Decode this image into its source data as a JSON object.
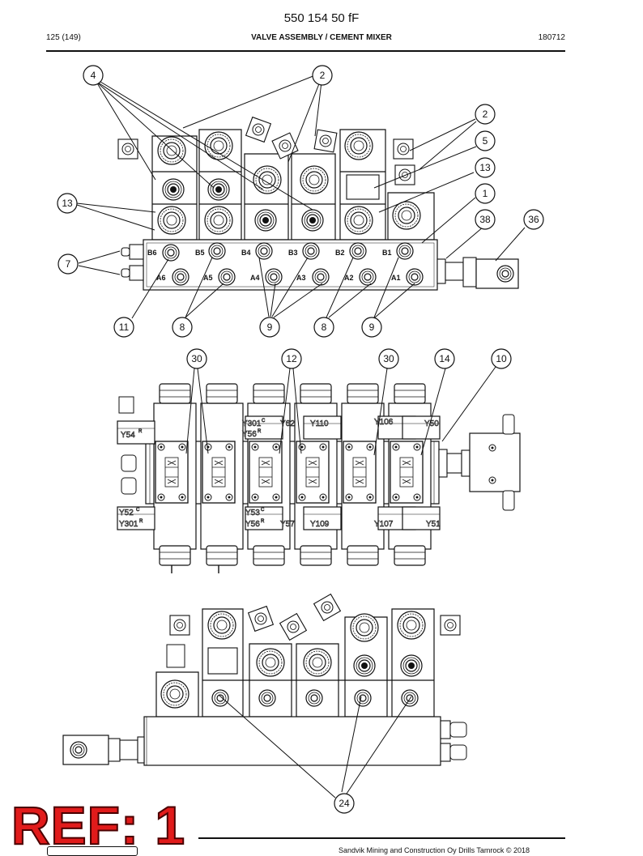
{
  "header": {
    "doc_number": "550 154 50 fF",
    "page": "125 (149)",
    "title": "VALVE ASSEMBLY / CEMENT MIXER",
    "date_code": "180712"
  },
  "footer": {
    "stamp": "REF: 1",
    "copyright": "Sandvik Mining and Construction Oy Drills Tamrock © 2018"
  },
  "callouts": {
    "c4": "4",
    "c2a": "2",
    "c2b": "2",
    "c5": "5",
    "c13a": "13",
    "c13b": "13",
    "c1": "1",
    "c38": "38",
    "c36": "36",
    "c7": "7",
    "c11": "11",
    "c8a": "8",
    "c9a": "9",
    "c8b": "8",
    "c9b": "9",
    "c30a": "30",
    "c12": "12",
    "c30b": "30",
    "c14": "14",
    "c10": "10",
    "c24": "24"
  },
  "port_labels": {
    "b6": "B6",
    "b5": "B5",
    "b4": "B4",
    "b3": "B3",
    "b2": "B2",
    "b1": "B1",
    "a6": "A6",
    "a5": "A5",
    "a4": "A4",
    "a3": "A3",
    "a2": "A2",
    "a1": "A1"
  },
  "solenoid_labels": {
    "y54": "Y54",
    "y301t": "Y301",
    "y56t": "Y56",
    "y62": "Y62",
    "y110": "Y110",
    "y106": "Y106",
    "y50": "Y50",
    "y52": "Y52",
    "y301b": "Y301",
    "y53": "Y53",
    "y56b": "Y56",
    "y57": "Y57",
    "y109": "Y109",
    "y107": "Y107",
    "y51": "Y51"
  },
  "solenoid_suffix": {
    "y54": "R",
    "y301t": "C",
    "y56t": "R",
    "y52": "C",
    "y301b": "R",
    "y53": "C",
    "y56b": "R"
  }
}
